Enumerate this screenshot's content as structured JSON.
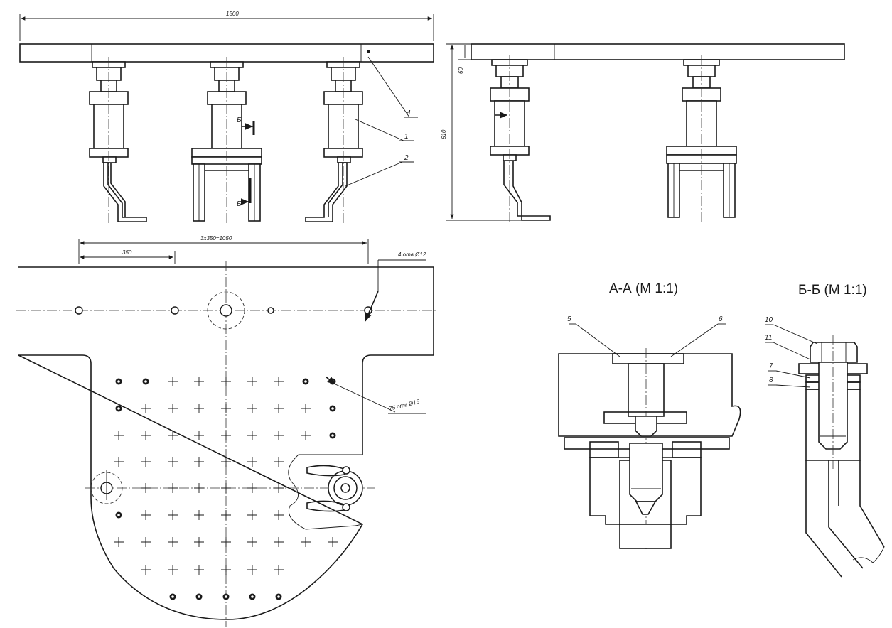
{
  "drawing": {
    "dimensions": {
      "overall_length": "1500",
      "hole_spacing": "3x350=1050",
      "first_spacing": "350",
      "holes_top": "4 отв Ø12",
      "holes_grid": "75 отв Ø15",
      "height_total": "610",
      "height_top": "60"
    },
    "sections": {
      "section_a": "А-А (М 1:1)",
      "section_b": "Б-Б (М 1:1)"
    },
    "cut_marks": {
      "b_upper": "Б",
      "b_lower": "Б"
    },
    "callouts": {
      "c1": "1",
      "c2": "2",
      "c4": "4",
      "c5": "5",
      "c6": "6",
      "c7": "7",
      "c8": "8",
      "c10": "10",
      "c11": "11"
    }
  }
}
